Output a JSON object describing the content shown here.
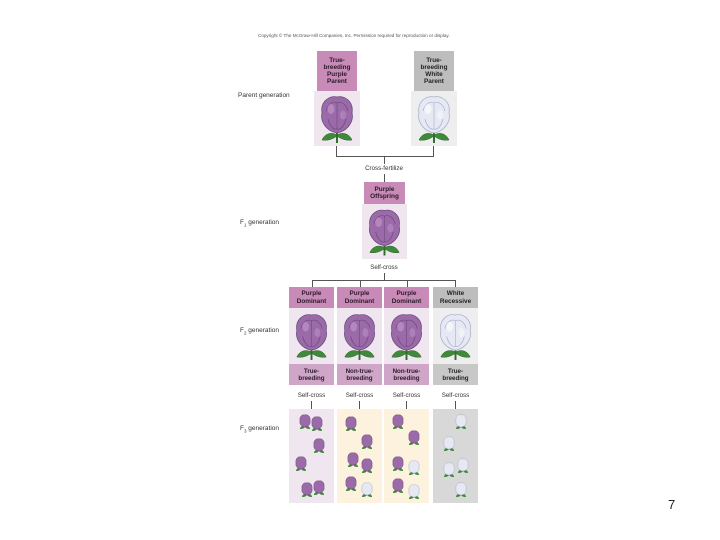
{
  "copyright": "Copyright © The McGraw-Hill Companies, Inc. Permission required for reproduction or display.",
  "generations": {
    "parent": "Parent generation",
    "f1_prefix": "F",
    "f1_sub": "1",
    "f1_suffix": " generation",
    "f2_prefix": "F",
    "f2_sub": "2",
    "f2_suffix": " generation",
    "f3_prefix": "F",
    "f3_sub": "3",
    "f3_suffix": " generation"
  },
  "parents": {
    "purple": [
      "True-",
      "breeding",
      "Purple",
      "Parent"
    ],
    "white": [
      "True-",
      "breeding",
      "White",
      "Parent"
    ]
  },
  "steps": {
    "cross_fertilize": "Cross-fertilize",
    "self_cross": "Self-cross"
  },
  "f1": {
    "header": [
      "Purple",
      "Offspring"
    ]
  },
  "f2": [
    {
      "top": [
        "Purple",
        "Dominant"
      ],
      "bottom": [
        "True-",
        "breeding"
      ],
      "self": "Self-cross"
    },
    {
      "top": [
        "Purple",
        "Dominant"
      ],
      "bottom": [
        "Non-true-",
        "breeding"
      ],
      "self": "Self-cross"
    },
    {
      "top": [
        "Purple",
        "Dominant"
      ],
      "bottom": [
        "Non-true-",
        "breeding"
      ],
      "self": "Self-cross"
    },
    {
      "top": [
        "White",
        "Recessive"
      ],
      "bottom": [
        "True-",
        "breeding"
      ],
      "self": "Self-cross"
    }
  ],
  "page_number": "7",
  "colors": {
    "purple_flower": "#9b6aa8",
    "white_flower": "#e6e8f3",
    "leaf": "#3f8a3a"
  }
}
